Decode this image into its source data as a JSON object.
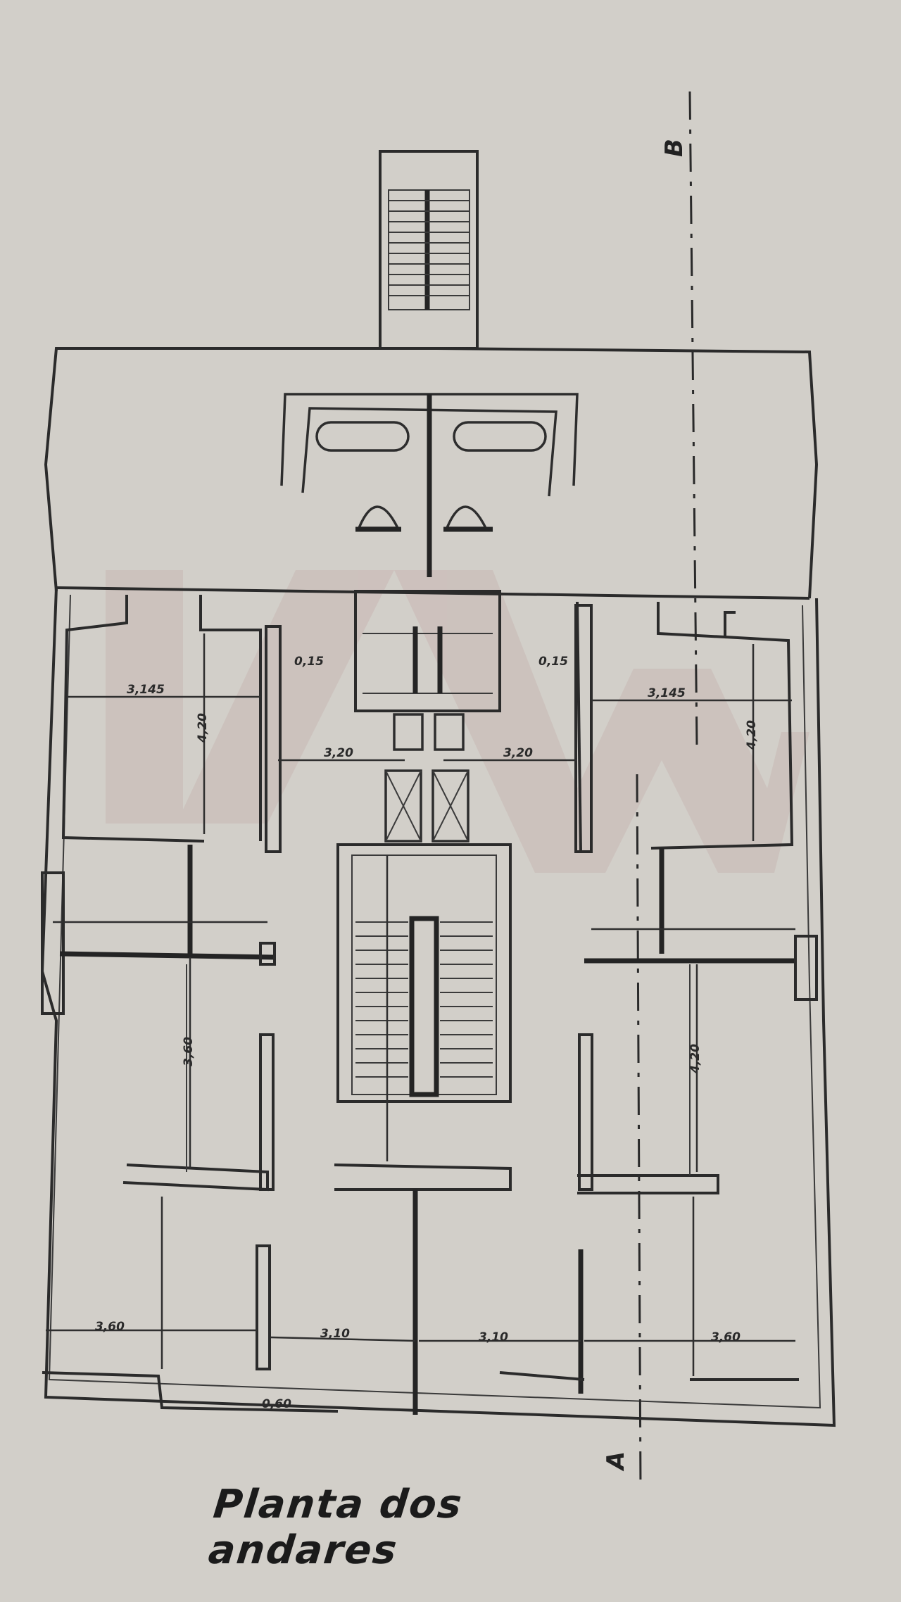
{
  "caption": "Planta dos andares",
  "section_marks": {
    "top": "B",
    "bottom": "A"
  },
  "dimensions": [
    {
      "id": "d1",
      "text": "3,145"
    },
    {
      "id": "d2",
      "text": "4,20"
    },
    {
      "id": "d3",
      "text": "0,15"
    },
    {
      "id": "d4",
      "text": "3,20"
    },
    {
      "id": "d5",
      "text": "3,20"
    },
    {
      "id": "d6",
      "text": "0,15"
    },
    {
      "id": "d7",
      "text": "3,145"
    },
    {
      "id": "d8",
      "text": "4,20"
    },
    {
      "id": "d9",
      "text": "3,60"
    },
    {
      "id": "d10",
      "text": "4,20"
    },
    {
      "id": "d11",
      "text": "3,60"
    },
    {
      "id": "d12",
      "text": "3,10"
    },
    {
      "id": "d13",
      "text": "3,10"
    },
    {
      "id": "d14",
      "text": "3,60"
    },
    {
      "id": "d15",
      "text": "0,60"
    }
  ],
  "colors": {
    "paper": "#d2cfc9",
    "ink": "#2b2b2b",
    "watermark": "#c6b6b4"
  }
}
